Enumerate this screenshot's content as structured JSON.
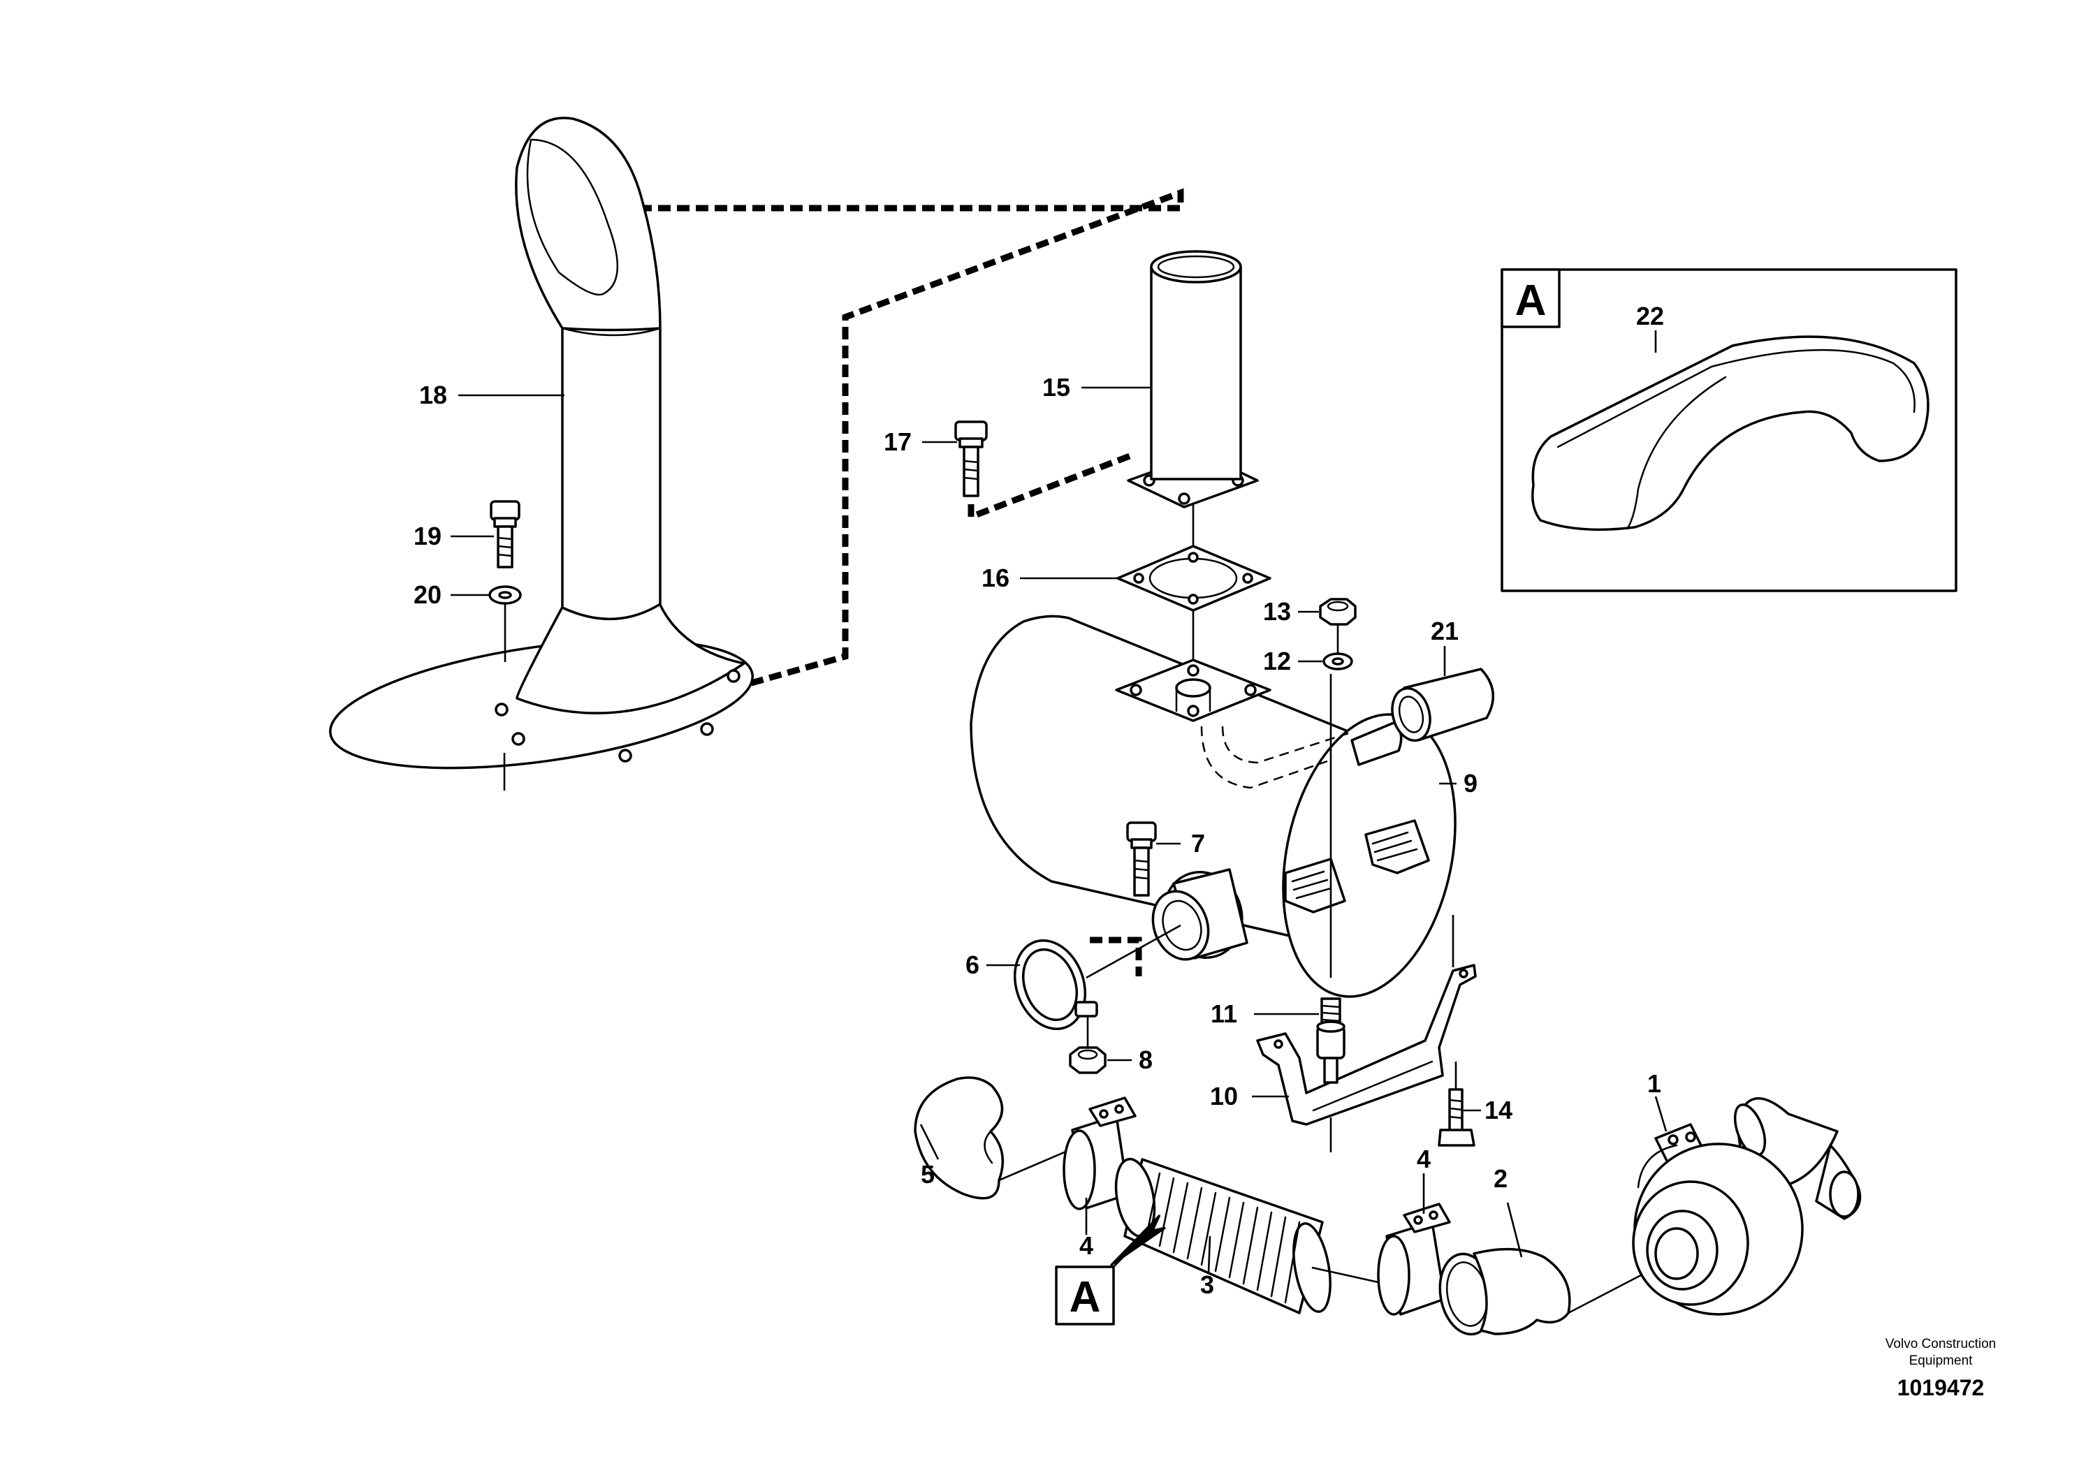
{
  "callouts": {
    "c1": "1",
    "c2": "2",
    "c3": "3",
    "c4a": "4",
    "c4b": "4",
    "c5": "5",
    "c6": "6",
    "c7": "7",
    "c8": "8",
    "c9": "9",
    "c10": "10",
    "c11": "11",
    "c12": "12",
    "c13": "13",
    "c14": "14",
    "c15": "15",
    "c16": "16",
    "c17": "17",
    "c18": "18",
    "c19": "19",
    "c20": "20",
    "c21": "21",
    "c22": "22"
  },
  "detail_view": {
    "letter": "A"
  },
  "detail_marker": {
    "letter": "A"
  },
  "caption": {
    "line1": "Volvo Construction",
    "line2": "Equipment",
    "number": "1019472"
  }
}
